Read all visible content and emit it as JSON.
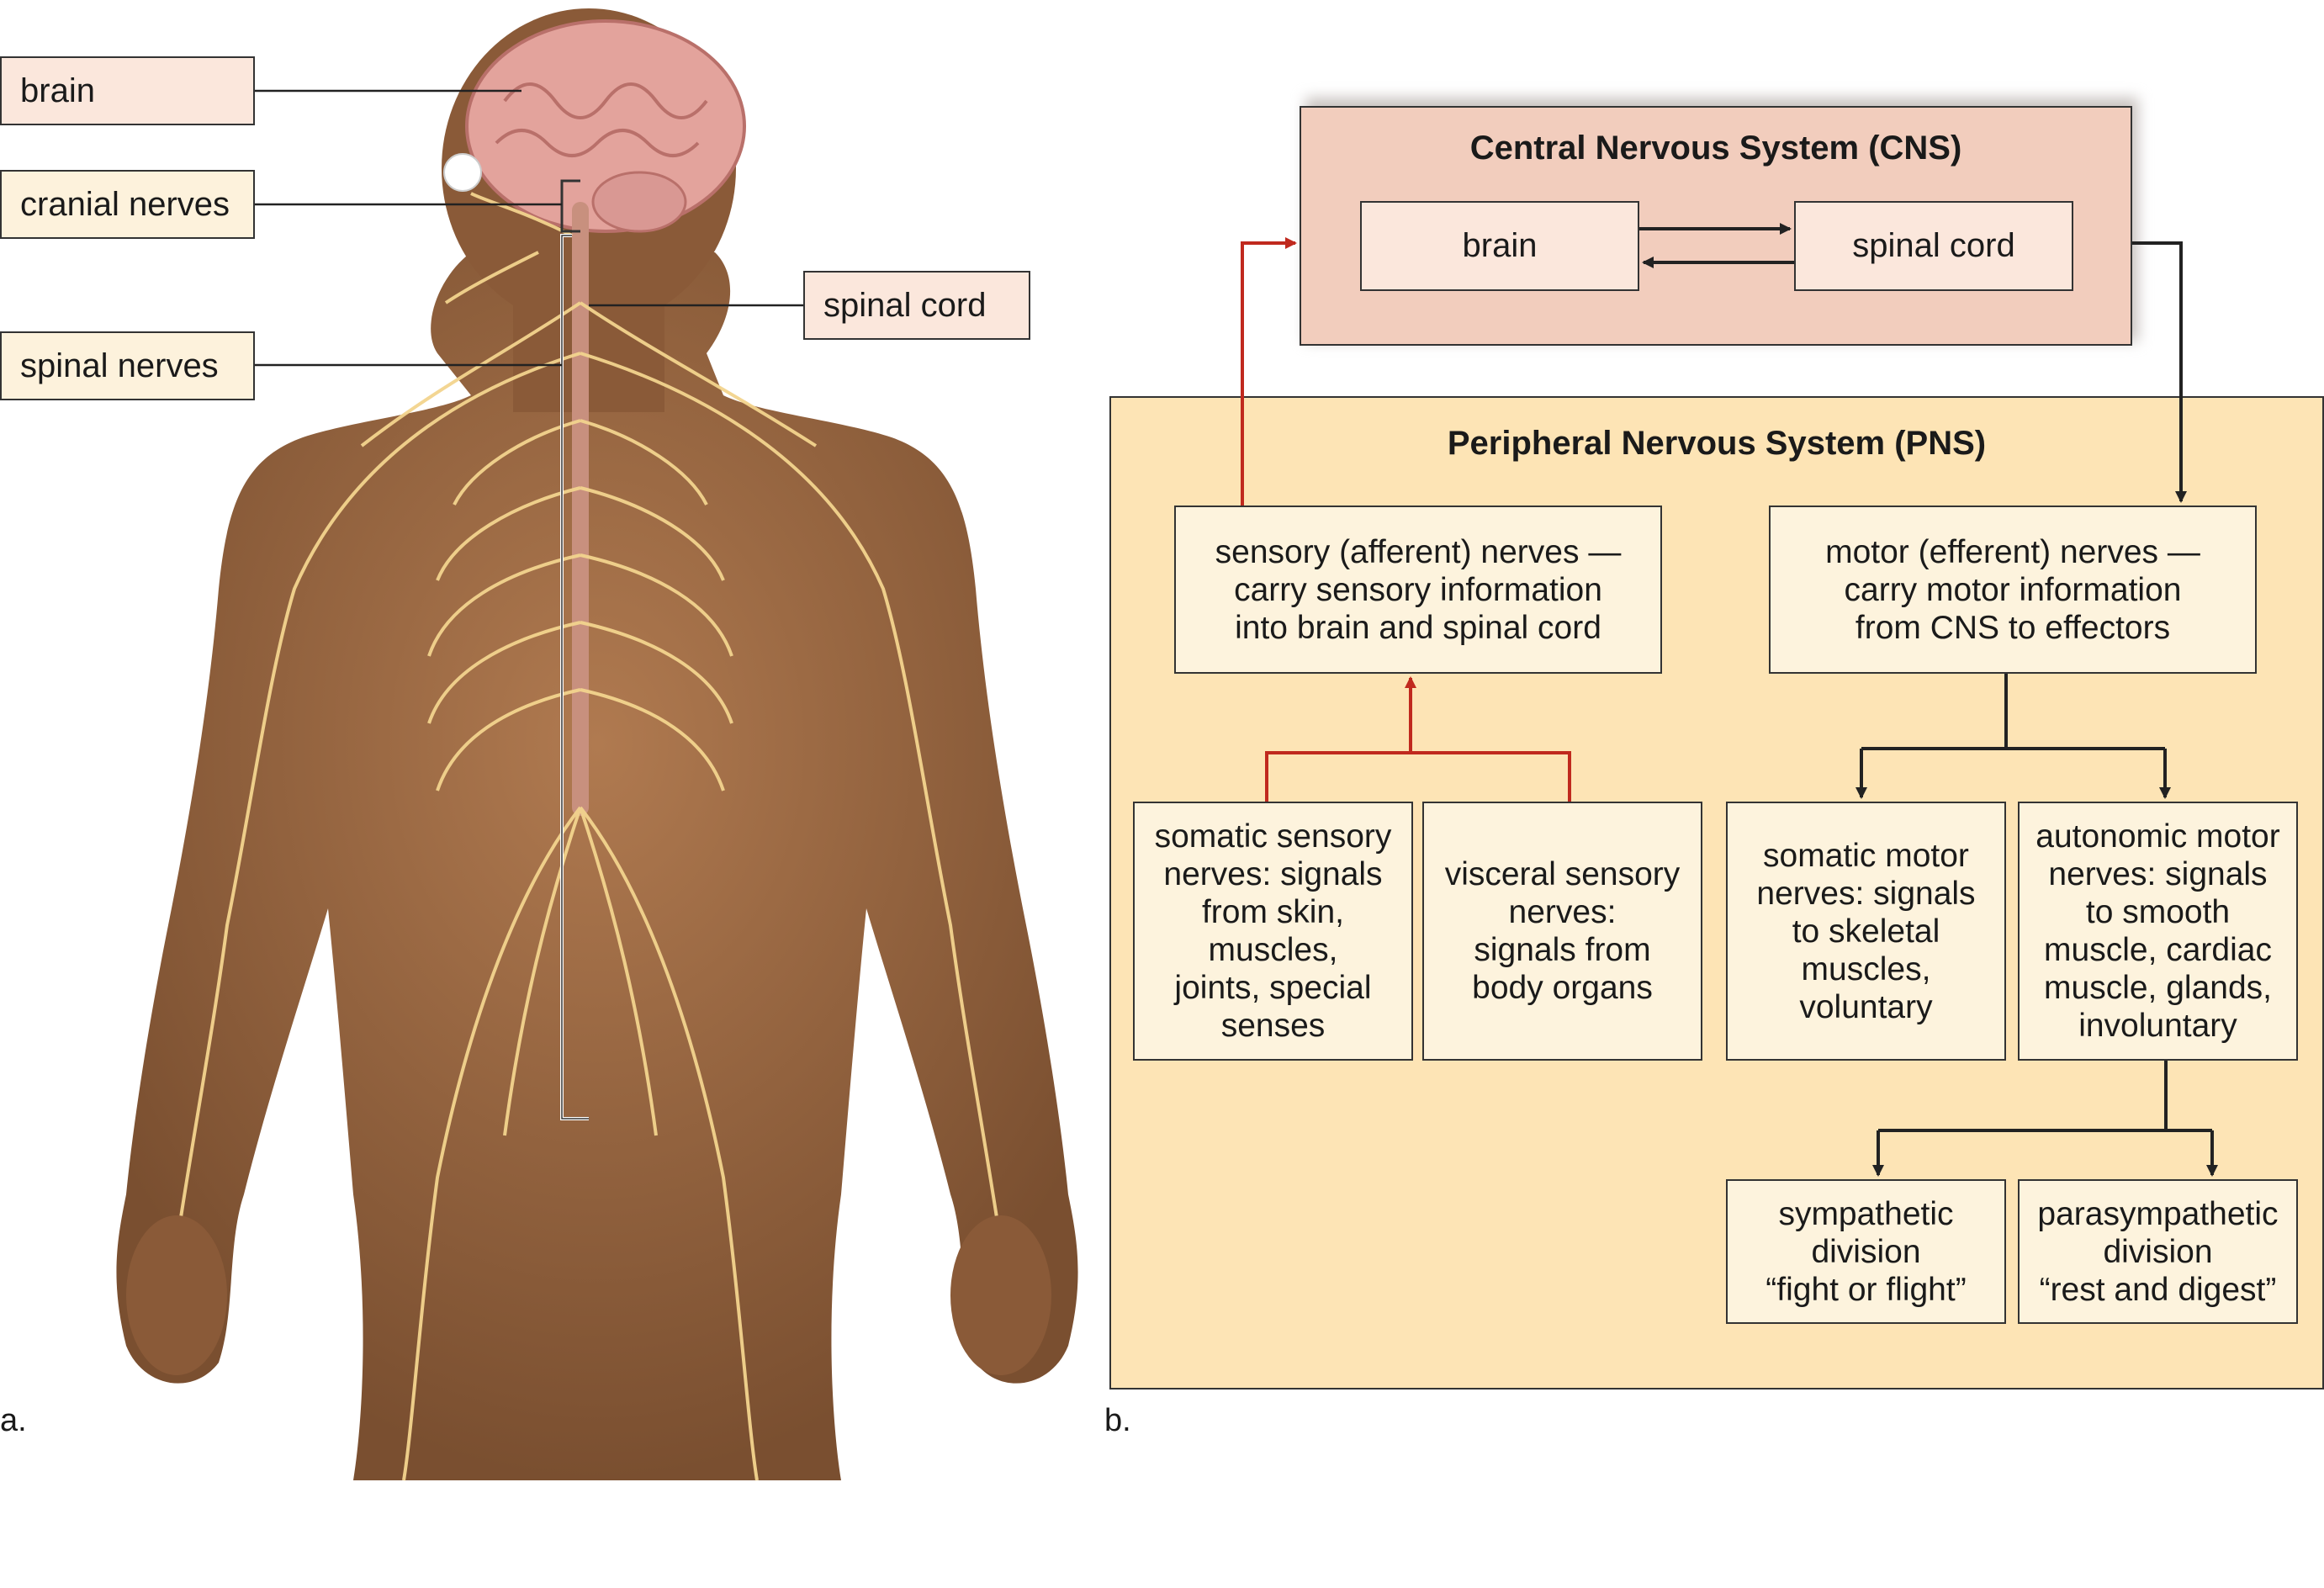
{
  "figure_a": {
    "panel_letter": "a.",
    "labels": {
      "brain": "brain",
      "cranial_nerves": "cranial nerves",
      "spinal_nerves": "spinal nerves",
      "spinal_cord": "spinal cord"
    }
  },
  "figure_b": {
    "panel_letter": "b.",
    "cns": {
      "title": "Central Nervous System (CNS)",
      "brain": "brain",
      "spinal_cord": "spinal cord"
    },
    "pns": {
      "title": "Peripheral Nervous System (PNS)",
      "sensory": "sensory (afferent) nerves —\ncarry sensory information\ninto brain and spinal cord",
      "motor": "motor (efferent) nerves —\ncarry motor information\nfrom CNS to effectors",
      "somatic_sensory": "somatic sensory\nnerves: signals\nfrom skin,\nmuscles,\njoints, special\nsenses",
      "visceral_sensory": "visceral sensory\nnerves:\nsignals from\nbody organs",
      "somatic_motor": "somatic motor\nnerves: signals\nto skeletal\nmuscles,\nvoluntary",
      "autonomic_motor": "autonomic motor\nnerves: signals\nto smooth\nmuscle, cardiac\nmuscle, glands,\ninvoluntary",
      "sympathetic": "sympathetic\ndivision\n“fight or flight”",
      "parasympathetic": "parasympathetic\ndivision\n“rest and digest”"
    }
  },
  "colors": {
    "cns_fill": "#f2cdbd",
    "pns_fill": "#fde4b5",
    "box_fill": "#fdf3dd",
    "sensory_arrow": "#c0291e",
    "motor_arrow": "#222222",
    "skin": "#9c6a43",
    "nerve": "#f3d48e",
    "brain": "#e3a39c"
  }
}
